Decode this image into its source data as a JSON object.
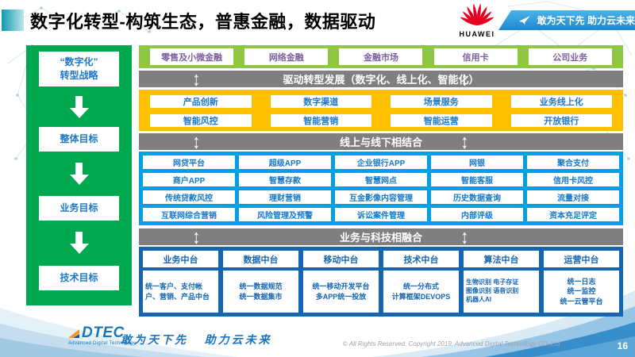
{
  "title": "数字化转型-构筑生态，普惠金融，数据驱动",
  "header": {
    "huawei_name": "HUAWEI",
    "slogan": "敢为天下先 助力云未来"
  },
  "strategy_column": {
    "items": [
      "“数字化”\n转型战略",
      "整体目标",
      "业务目标",
      "技术目标"
    ]
  },
  "business_lines": [
    "零售及小微金融",
    "网络金融",
    "金融市场",
    "信用卡",
    "公司业务"
  ],
  "banners": {
    "drive": "驱动转型发展（数字化、线上化、智能化）",
    "online_offline": "线上与线下相结合",
    "biz_tech": "业务与科技相融合"
  },
  "capability_grid": {
    "rows": [
      [
        "产品创新",
        "数字渠道",
        "场景服务",
        "业务线上化"
      ],
      [
        "智能风控",
        "智能营销",
        "智能运营",
        "开放银行"
      ]
    ]
  },
  "application_grid": {
    "rows": [
      [
        "网贷平台",
        "超级APP",
        "企业银行APP",
        "网银",
        "聚合支付"
      ],
      [
        "商户APP",
        "智慧存款",
        "智慧网点",
        "智能客服",
        "信用卡风控"
      ],
      [
        "传统贷款风控",
        "理财营销",
        "互金影像内容管理",
        "历史数据查询",
        "流量对接"
      ],
      [
        "互联网综合营销",
        "风险管理及预警",
        "诉讼案件管理",
        "内部评级",
        "资本充足评定"
      ]
    ]
  },
  "platforms": [
    {
      "title": "业务中台",
      "content": "统一客户、支付帐户、营销、产品中台"
    },
    {
      "title": "数据中台",
      "content": "统一数据规范\n统一数据集市"
    },
    {
      "title": "移动中台",
      "content": "统一移动开发平台\n多APP统一投放"
    },
    {
      "title": "技术中台",
      "content": "统一分布式\n计算框架DEVOPS"
    },
    {
      "title": "算法中台",
      "content": "生物识别 电子存证\n图像识别 语音识别\n机器人AI"
    },
    {
      "title": "运营中台",
      "content": "统一日志\n统一监控\n统一云管平台"
    }
  ],
  "footer": {
    "logo": "DTEC",
    "logo_sub": "Advanced Digital Technology",
    "slogan": "敢为天下先   助力云未来",
    "copyright": "© All Rights Reserved. Copyright 2019. Advanced Digital Technology CO.,Ltd",
    "page": "16"
  },
  "icons": {
    "updown_arrow": "↕"
  },
  "colors": {
    "sidebar_green": "#00A94F",
    "line_green": "#8FC742",
    "yellow": "#FFC000",
    "cyan": "#009FE8",
    "dark_blue": "#1565B0",
    "banner_gray": "#7F7F7F",
    "text_blue": "#1E78C8",
    "text_purple": "#7D60A0",
    "huawei_red": "#E6001F",
    "accent_blue": "#1B75BB"
  }
}
